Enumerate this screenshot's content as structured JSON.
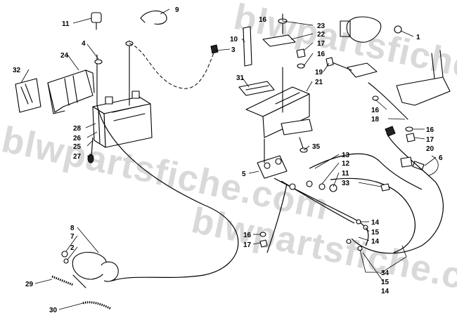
{
  "watermark": {
    "text": "blwpartsfiche.com",
    "text_partial_top": "blwpartsfiche.co",
    "text_partial_bottom": "blwpartsfiche.com"
  },
  "callouts": [
    {
      "key": "c1",
      "label": "1"
    },
    {
      "key": "c2",
      "label": "2"
    },
    {
      "key": "c3",
      "label": "3"
    },
    {
      "key": "c4",
      "label": "4"
    },
    {
      "key": "c5",
      "label": "5"
    },
    {
      "key": "c6",
      "label": "6"
    },
    {
      "key": "c7",
      "label": "7"
    },
    {
      "key": "c8",
      "label": "8"
    },
    {
      "key": "c9",
      "label": "9"
    },
    {
      "key": "c10",
      "label": "10"
    },
    {
      "key": "c11a",
      "label": "11"
    },
    {
      "key": "c11b",
      "label": "11"
    },
    {
      "key": "c12",
      "label": "12"
    },
    {
      "key": "c13",
      "label": "13"
    },
    {
      "key": "c14a",
      "label": "14"
    },
    {
      "key": "c14b",
      "label": "14"
    },
    {
      "key": "c14c",
      "label": "14"
    },
    {
      "key": "c15a",
      "label": "15"
    },
    {
      "key": "c15b",
      "label": "15"
    },
    {
      "key": "c16a",
      "label": "16"
    },
    {
      "key": "c16b",
      "label": "16"
    },
    {
      "key": "c16c",
      "label": "16"
    },
    {
      "key": "c16d",
      "label": "16"
    },
    {
      "key": "c16e",
      "label": "16"
    },
    {
      "key": "c17a",
      "label": "17"
    },
    {
      "key": "c17b",
      "label": "17"
    },
    {
      "key": "c17c",
      "label": "17"
    },
    {
      "key": "c18",
      "label": "18"
    },
    {
      "key": "c19",
      "label": "19"
    },
    {
      "key": "c20",
      "label": "20"
    },
    {
      "key": "c21",
      "label": "21"
    },
    {
      "key": "c22",
      "label": "22"
    },
    {
      "key": "c23",
      "label": "23"
    },
    {
      "key": "c24",
      "label": "24"
    },
    {
      "key": "c25",
      "label": "25"
    },
    {
      "key": "c26",
      "label": "26"
    },
    {
      "key": "c27",
      "label": "27"
    },
    {
      "key": "c28",
      "label": "28"
    },
    {
      "key": "c29",
      "label": "29"
    },
    {
      "key": "c30",
      "label": "30"
    },
    {
      "key": "c31",
      "label": "31"
    },
    {
      "key": "c32",
      "label": "32"
    },
    {
      "key": "c33",
      "label": "33"
    },
    {
      "key": "c34",
      "label": "34"
    },
    {
      "key": "c35",
      "label": "35"
    }
  ]
}
